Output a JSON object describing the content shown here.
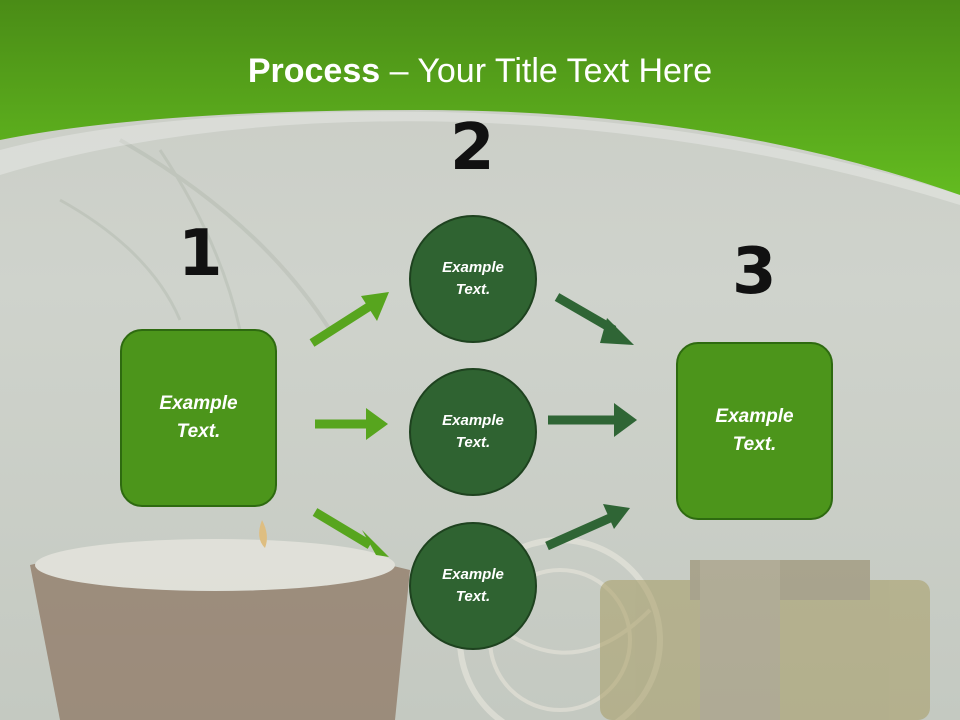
{
  "slide": {
    "title_bold": "Process",
    "title_rest": " – Your Title Text Here",
    "step_numbers": [
      "1",
      "2",
      "3"
    ],
    "left_box": {
      "line1": "Example",
      "line2": "Text."
    },
    "circles": [
      {
        "line1": "Example",
        "line2": "Text."
      },
      {
        "line1": "Example",
        "line2": "Text."
      },
      {
        "line1": "Example",
        "line2": "Text."
      }
    ],
    "right_box": {
      "line1": "Example",
      "line2": "Text."
    }
  },
  "colors": {
    "header_green": "#5cb31e",
    "box_green": "#4c951b",
    "circle_green": "#2f6331",
    "light_arrow": "#57a51e",
    "dark_arrow": "#2f6535"
  }
}
